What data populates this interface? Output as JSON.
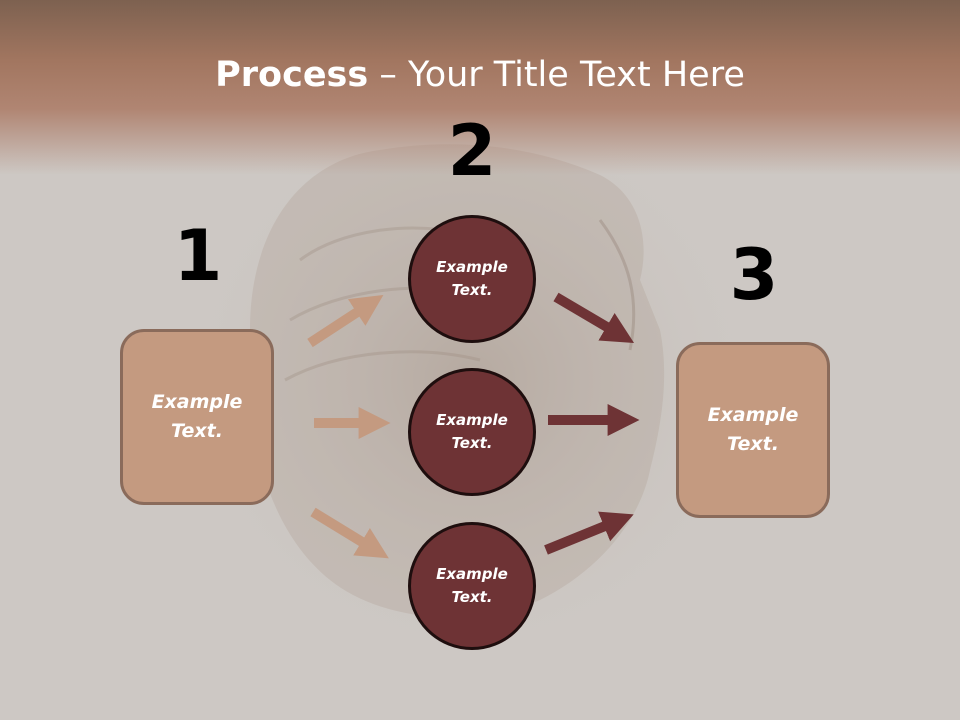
{
  "title": {
    "bold": "Process",
    "rest": " – Your Title Text Here"
  },
  "steps": [
    {
      "number": "1",
      "label": "Example Text."
    },
    {
      "number": "2",
      "items": [
        "Example Text.",
        "Example Text.",
        "Example Text."
      ]
    },
    {
      "number": "3",
      "label": "Example Text."
    }
  ],
  "colors": {
    "header": "#a27660",
    "box_fill": "#c49a80",
    "box_border": "#8a6b5b",
    "circle_fill": "#6e3335",
    "circle_border": "#1e0e0e",
    "arrow_light": "#c49a80",
    "arrow_dark": "#6e3335"
  },
  "icons": [
    "arrow-right-icon"
  ]
}
